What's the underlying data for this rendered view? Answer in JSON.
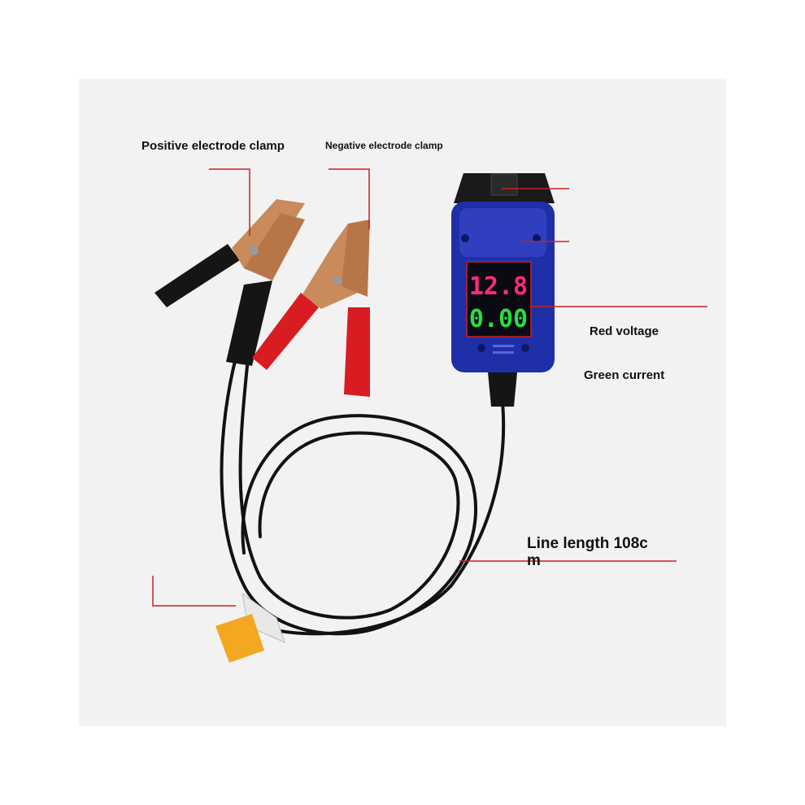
{
  "labels": {
    "positive_clamp": "Positive electrode clamp",
    "negative_clamp": "Negative electrode clamp",
    "red_voltage": "Red voltage",
    "green_current": "Green current",
    "line_length": "Line length 108c m"
  },
  "display": {
    "voltage": "12.8",
    "current": "0.00"
  },
  "colors": {
    "background": "#f2f2f2",
    "leader_line": "#cc1f1f",
    "device_blue": "#1f2fa8",
    "voltage_digits": "#ff2a7a",
    "current_digits": "#2bdc3a",
    "red_sleeve": "#d81c22",
    "black_sleeve": "#111111",
    "copper": "#c98a5c",
    "fuse": "#f2a821"
  }
}
